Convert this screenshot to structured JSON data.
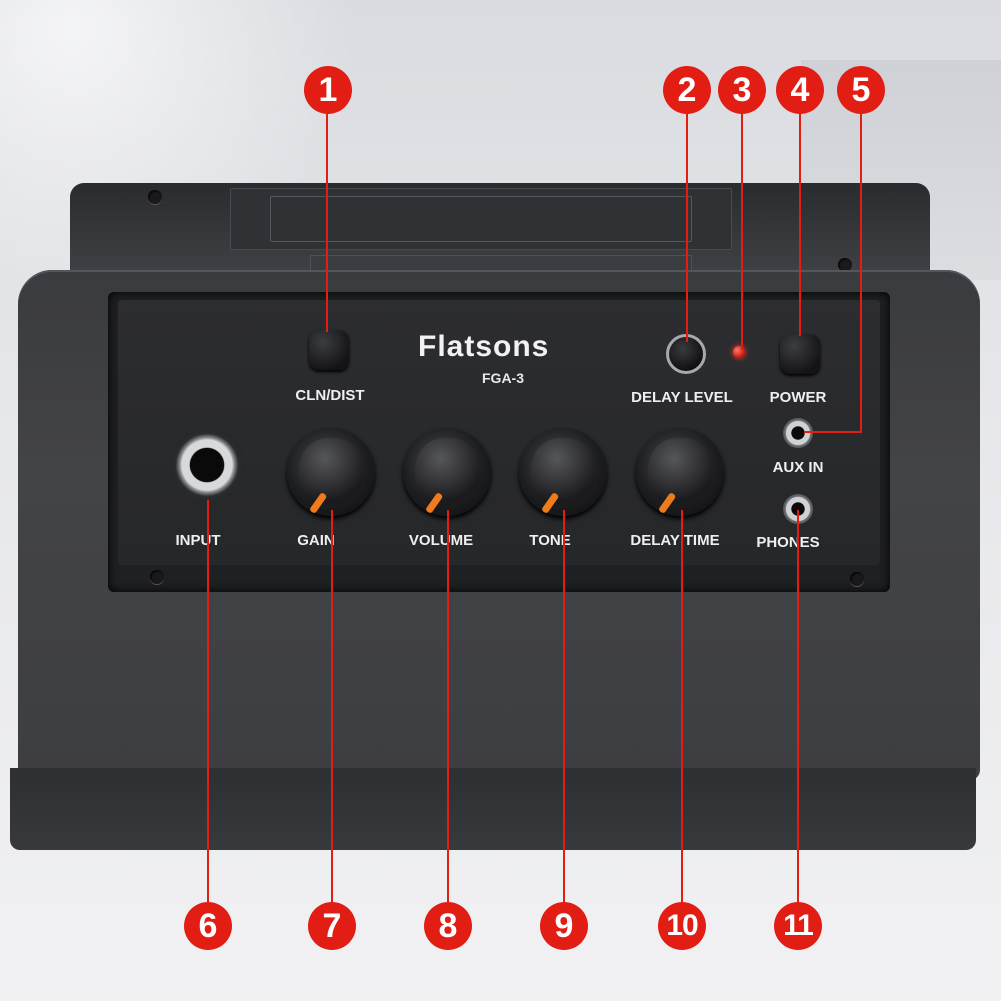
{
  "brand": {
    "name": "Flatsons",
    "model": "FGA-3"
  },
  "panel_labels": {
    "cln_dist": "CLN/DIST",
    "delay_level": "DELAY LEVEL",
    "power": "POWER",
    "aux_in": "AUX IN",
    "input": "INPUT",
    "gain": "GAIN",
    "volume": "VOLUME",
    "tone": "TONE",
    "delay_time": "DELAY TIME",
    "phones": "PHONES"
  },
  "callouts": {
    "c1": "1",
    "c2": "2",
    "c3": "3",
    "c4": "4",
    "c5": "5",
    "c6": "6",
    "c7": "7",
    "c8": "8",
    "c9": "9",
    "c10": "10",
    "c11": "11"
  },
  "colors": {
    "callout": "#e21d14",
    "knob_pointer": "#f07b1c",
    "led": "#e8291c",
    "amp_body": "#3d3e42"
  }
}
